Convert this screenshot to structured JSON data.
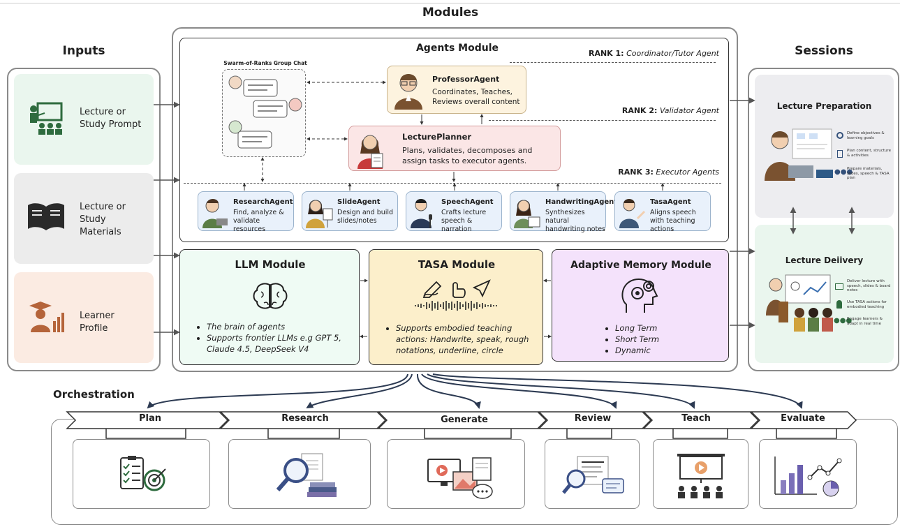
{
  "headers": {
    "modules": "Modules",
    "inputs": "Inputs",
    "sessions": "Sessions",
    "orchestration": "Orchestration"
  },
  "inputs": [
    {
      "label": "Lecture or Study Prompt",
      "icon": "presenter-icon"
    },
    {
      "label": "Lecture or Study Materials",
      "icon": "book-icon"
    },
    {
      "label": "Learner Profile",
      "icon": "graduate-chart-icon"
    }
  ],
  "agents_module": {
    "title": "Agents Module",
    "ranks": [
      {
        "rank": "RANK 1:",
        "role": "Coordinator/Tutor  Agent"
      },
      {
        "rank": "RANK 2:",
        "role": "Validator Agent"
      },
      {
        "rank": "RANK 3:",
        "role": "Executor Agents"
      }
    ],
    "group_chat": "Swarm-of-Ranks Group Chat",
    "professor": {
      "name": "ProfessorAgent",
      "desc": "Coordinates, Teaches, Reviews overall content"
    },
    "planner": {
      "name": "LecturePlanner",
      "desc": "Plans, validates, decomposes and assign tasks to executor agents."
    },
    "executors": [
      {
        "name": "ResearchAgent",
        "desc": "Find, analyze & validate resources"
      },
      {
        "name": "SlideAgent",
        "desc": "Design and build slides/notes"
      },
      {
        "name": "SpeechAgent",
        "desc": "Crafts lecture speech & narration"
      },
      {
        "name": "HandwritingAgent",
        "desc": "Synthesizes natural handwriting notes"
      },
      {
        "name": "TasaAgent",
        "desc": "Aligns speech with teaching actions"
      }
    ]
  },
  "llm_module": {
    "title": "LLM Module",
    "bullets": [
      "The brain of agents",
      "Supports frontier LLMs e.g GPT 5, Claude 4.5, DeepSeek V4"
    ]
  },
  "tasa_module": {
    "title": "TASA Module",
    "bullets": [
      "Supports embodied teaching actions: Handwrite, speak, rough notations, underline, circle"
    ]
  },
  "memory_module": {
    "title": "Adaptive Memory  Module",
    "bullets": [
      "Long Term",
      "Short Term",
      "Dynamic"
    ]
  },
  "sessions": {
    "preparation": {
      "title": "Lecture Preparation",
      "items": [
        "Define objectives & learning goals",
        "Plan content, structure & activities",
        "Prepare materials, slides, speech & TASA plan"
      ]
    },
    "delivery": {
      "title": "Lecture Deiivery",
      "items": [
        "Deliver lecture with speech, slides & board notes",
        "Use TASA actions for embodied teaching",
        "Engage learners & adapt in real time"
      ]
    }
  },
  "orchestration": {
    "steps": [
      "Plan",
      "Research",
      "Generate",
      "Review",
      "Teach",
      "Evaluate"
    ]
  },
  "colors": {
    "green": "#eaf6ee",
    "gray": "#ececec",
    "peach": "#fbebe2",
    "llm": "#effbf4",
    "tasa": "#fcefcb",
    "memory": "#f4e2fb",
    "planner": "#fbe6e6",
    "professor": "#fdf3df"
  }
}
